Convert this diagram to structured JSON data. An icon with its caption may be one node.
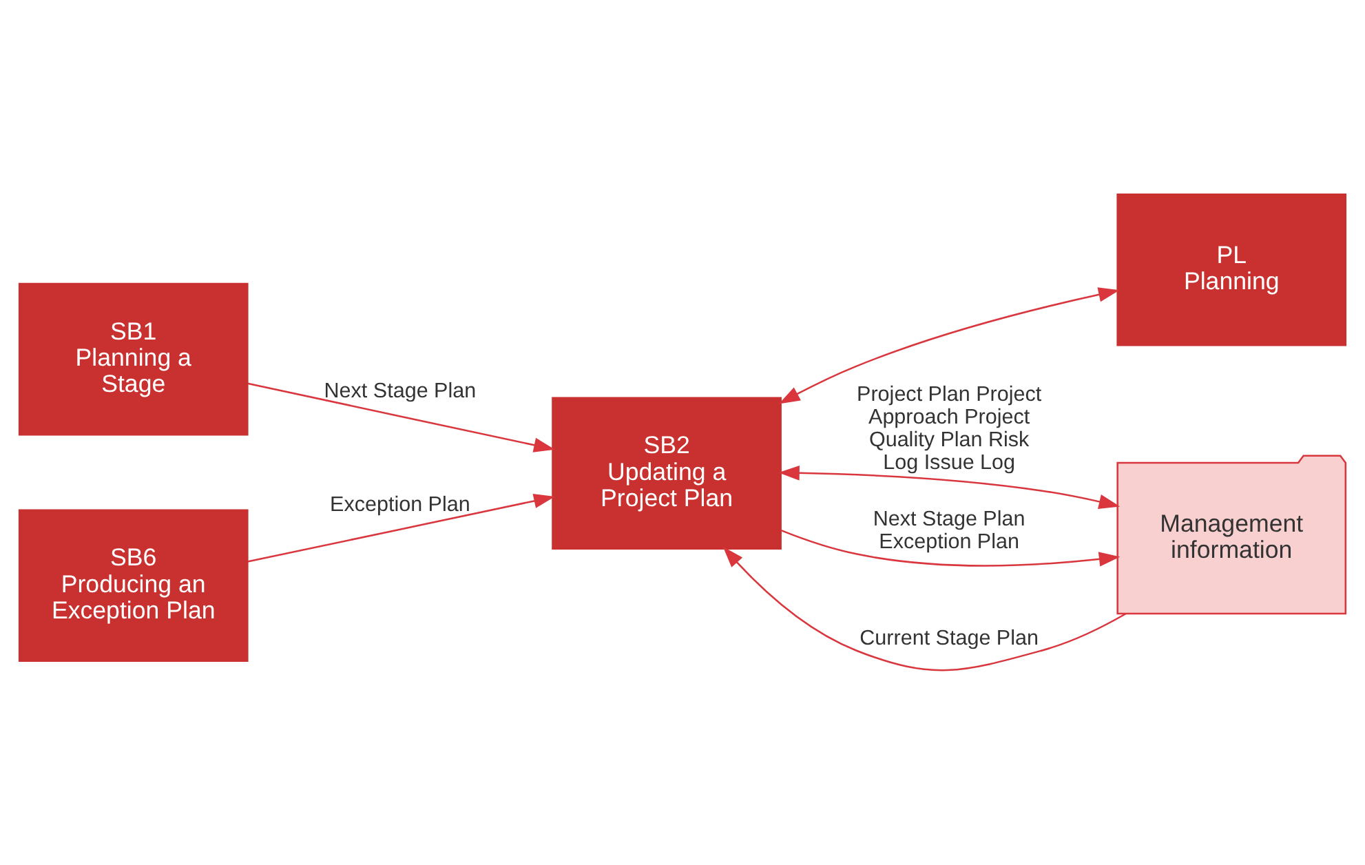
{
  "diagram": {
    "nodes": [
      {
        "text": [
          "SB1",
          "Planning a Stage"
        ]
      },
      {
        "text": [
          "SB2",
          "Updating a Project Plan"
        ]
      },
      {
        "text": [
          "PL",
          "Planning"
        ]
      },
      {
        "text": [
          "SB6",
          "Producing an Exception Plan"
        ]
      },
      {
        "text": [
          "Management information"
        ]
      }
    ],
    "edges": [
      {
        "from": 0,
        "to": 1,
        "arrow": "to",
        "label": "Next Stage Plan"
      },
      {
        "from": 1,
        "to": 2,
        "arrow": "both"
      },
      {
        "from": 3,
        "to": 1,
        "arrow": "to",
        "label": "Exception Plan"
      },
      {
        "from": 4,
        "to": 1,
        "arrow": "to",
        "label": "Current Stage Plan"
      },
      {
        "from": 1,
        "to": 4,
        "arrow": "both",
        "label": "Project Plan Project Approach Project Quality Plan Risk Log Issue Log"
      },
      {
        "from": 1,
        "to": 4,
        "arrow": "to",
        "label": "Next Stage Plan Exception Plan"
      }
    ]
  }
}
